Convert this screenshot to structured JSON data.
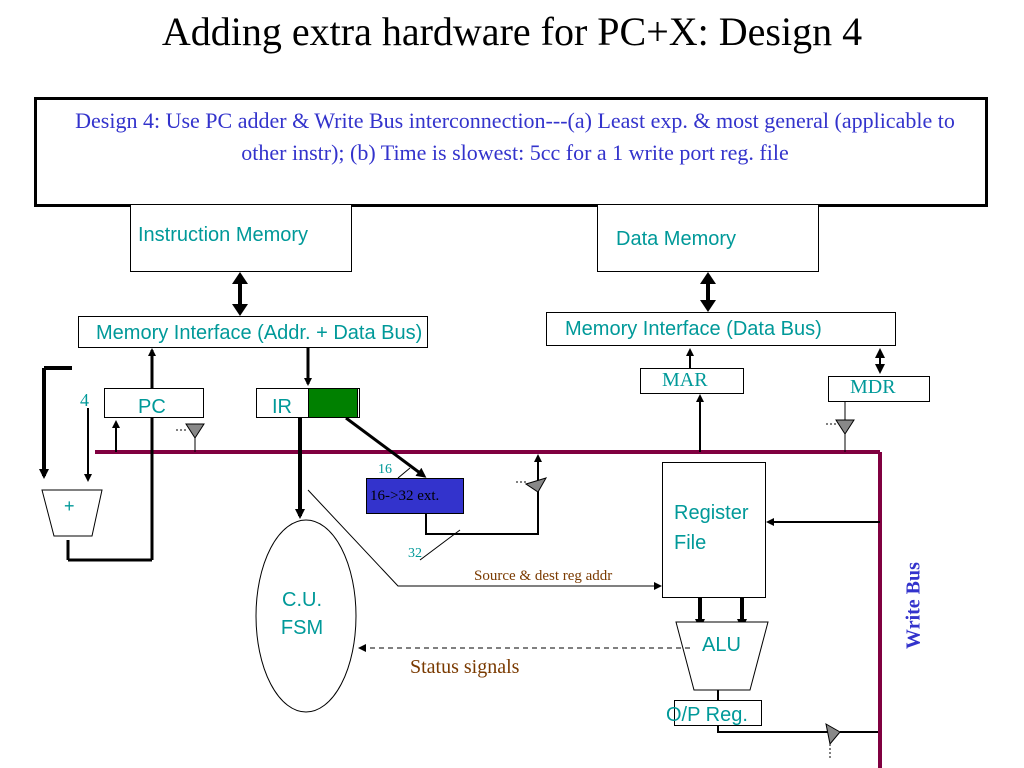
{
  "title": "Adding extra hardware for PC+X: Design 4",
  "design_note": "Design 4: Use PC adder & Write Bus interconnection---(a) Least exp. & most general (applicable to other instr); (b) Time is slowest: 5cc for a 1 write port reg. file",
  "blocks": {
    "instruction_memory": "Instruction Memory",
    "data_memory": "Data Memory",
    "mem_interface_left": "Memory Interface (Addr. + Data Bus)",
    "mem_interface_right": "Memory Interface (Data Bus)",
    "mar": "MAR",
    "mdr": "MDR",
    "pc": "PC",
    "ir": "IR",
    "pc_const": "4",
    "adder": "+",
    "sign_ext": "16->32 ext.",
    "ext_in_width": "16",
    "ext_out_width": "32",
    "register_file": "Register File",
    "cu_fsm": "C.U. FSM",
    "alu": "ALU",
    "op_reg": "O/P Reg.",
    "write_bus": "Write Bus",
    "source_dest": "Source & dest reg addr",
    "status_signals": "Status signals"
  },
  "colors": {
    "bus": "#800040",
    "teal_text": "#009999",
    "blue_text": "#3333cc",
    "brown_text": "#7a3a00",
    "ir_field": "#008000",
    "sign_ext_fill": "#3333cc"
  }
}
